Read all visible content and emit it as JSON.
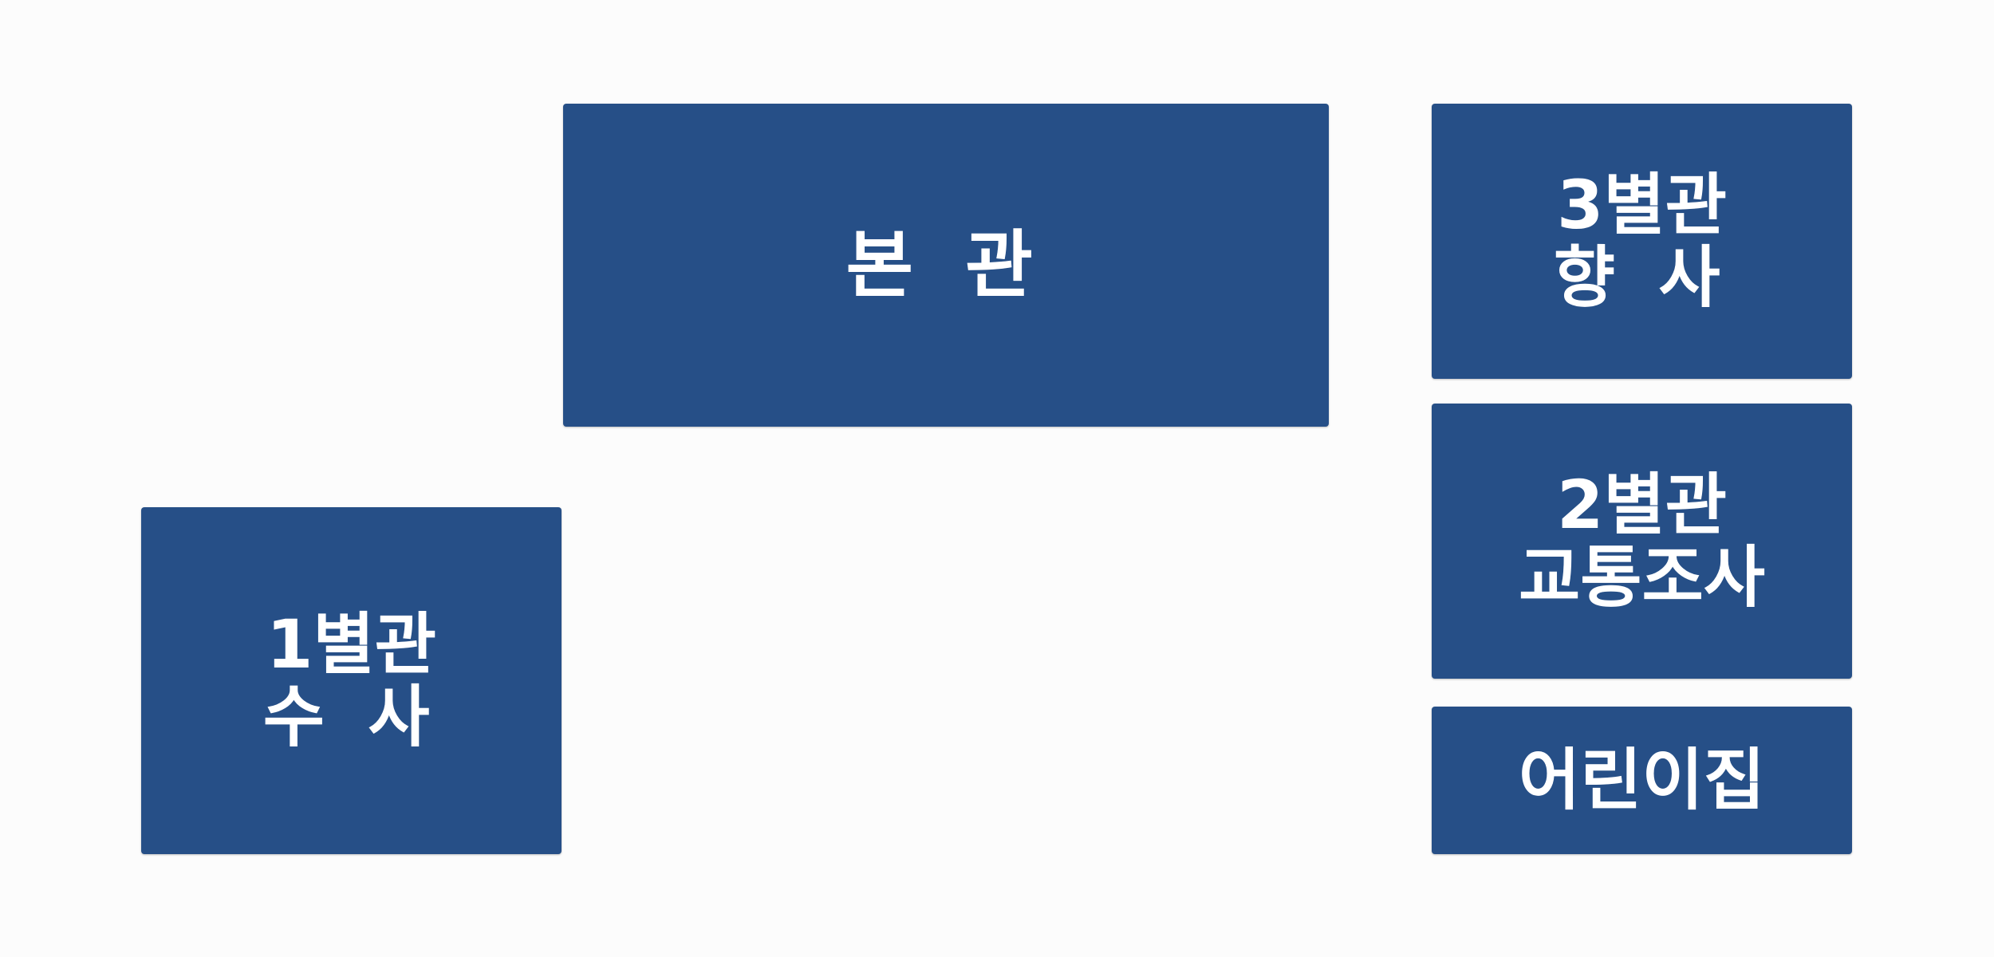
{
  "buildings": {
    "main_hall": {
      "line1": "본 관"
    },
    "annex_3": {
      "line1": "3별관",
      "line2": "향 사"
    },
    "annex_2": {
      "line1": "2별관",
      "line2": "교통조사"
    },
    "annex_1": {
      "line1": "1별관",
      "line2": "수 사"
    },
    "daycare": {
      "line1": "어린이집"
    }
  },
  "colors": {
    "background": "#fcfcfc",
    "building_fill": "#264f87",
    "label": "#ffffff"
  }
}
